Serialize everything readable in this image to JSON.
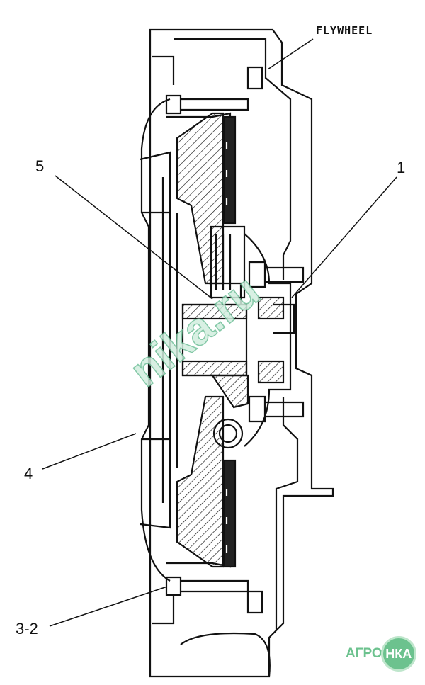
{
  "labels": {
    "flywheel": "FLYWHEEL",
    "callout_5": "5",
    "callout_1": "1",
    "callout_4": "4",
    "callout_3_2": "3-2"
  },
  "watermark": "nika.ru",
  "logo": {
    "text_left": "АГРО",
    "text_circle": "НКА",
    "color": "#6cc28e"
  }
}
